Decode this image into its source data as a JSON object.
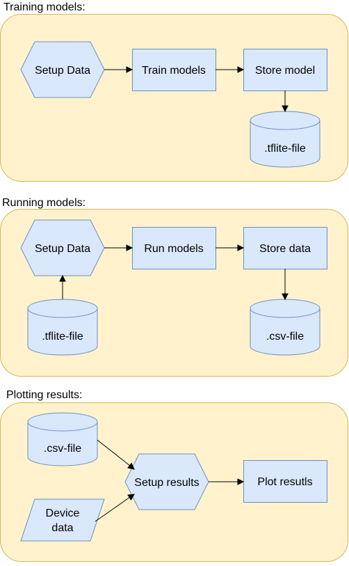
{
  "colors": {
    "panel_fill": "#fff2cc",
    "panel_border": "#d6b656",
    "node_fill": "#dae8fc",
    "node_border": "#6c8ebf",
    "edge": "#000000"
  },
  "sections": [
    {
      "title": "Training models:",
      "nodes": [
        {
          "id": "train-setup-data",
          "shape": "hexagon",
          "label": "Setup Data"
        },
        {
          "id": "train-models",
          "shape": "rectangle",
          "label": "Train models"
        },
        {
          "id": "train-store-model",
          "shape": "rectangle",
          "label": "Store model"
        },
        {
          "id": "train-tflite-file",
          "shape": "cylinder",
          "label": ".tflite-file"
        }
      ],
      "edges": [
        {
          "from": "train-setup-data",
          "to": "train-models"
        },
        {
          "from": "train-models",
          "to": "train-store-model"
        },
        {
          "from": "train-store-model",
          "to": "train-tflite-file"
        }
      ]
    },
    {
      "title": "Running models:",
      "nodes": [
        {
          "id": "run-setup-data",
          "shape": "hexagon",
          "label": "Setup Data"
        },
        {
          "id": "run-models",
          "shape": "rectangle",
          "label": "Run models"
        },
        {
          "id": "run-store-data",
          "shape": "rectangle",
          "label": "Store data"
        },
        {
          "id": "run-tflite-file",
          "shape": "cylinder",
          "label": ".tflite-file"
        },
        {
          "id": "run-csv-file",
          "shape": "cylinder",
          "label": ".csv-file"
        }
      ],
      "edges": [
        {
          "from": "run-tflite-file",
          "to": "run-setup-data"
        },
        {
          "from": "run-setup-data",
          "to": "run-models"
        },
        {
          "from": "run-models",
          "to": "run-store-data"
        },
        {
          "from": "run-store-data",
          "to": "run-csv-file"
        }
      ]
    },
    {
      "title": "Plotting results:",
      "nodes": [
        {
          "id": "plot-csv-file",
          "shape": "cylinder",
          "label": ".csv-file"
        },
        {
          "id": "plot-device-data",
          "shape": "parallelogram",
          "label": [
            "Device",
            "data"
          ]
        },
        {
          "id": "plot-setup-results",
          "shape": "hexagon",
          "label": "Setup results"
        },
        {
          "id": "plot-results",
          "shape": "rectangle",
          "label": "Plot resutls"
        }
      ],
      "edges": [
        {
          "from": "plot-csv-file",
          "to": "plot-setup-results"
        },
        {
          "from": "plot-device-data",
          "to": "plot-setup-results"
        },
        {
          "from": "plot-setup-results",
          "to": "plot-results"
        }
      ]
    }
  ]
}
